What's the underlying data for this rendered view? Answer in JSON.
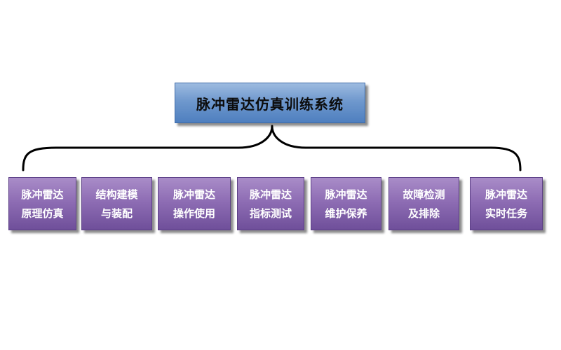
{
  "root": {
    "label": "脉冲雷达仿真训练系统"
  },
  "children": [
    {
      "line1": "脉冲雷达",
      "line2": "原理仿真"
    },
    {
      "line1": "结构建模",
      "line2": "与装配"
    },
    {
      "line1": "脉冲雷达",
      "line2": "操作使用"
    },
    {
      "line1": "脉冲雷达",
      "line2": "指标测试"
    },
    {
      "line1": "脉冲雷达",
      "line2": "维护保养"
    },
    {
      "line1": "故障检测",
      "line2": "及排除"
    },
    {
      "line1": "脉冲雷达",
      "line2": "实时任务"
    }
  ],
  "colors": {
    "root_fill": "#6f98cd",
    "child_fill": "#8e6db4",
    "connector": "#000000"
  }
}
